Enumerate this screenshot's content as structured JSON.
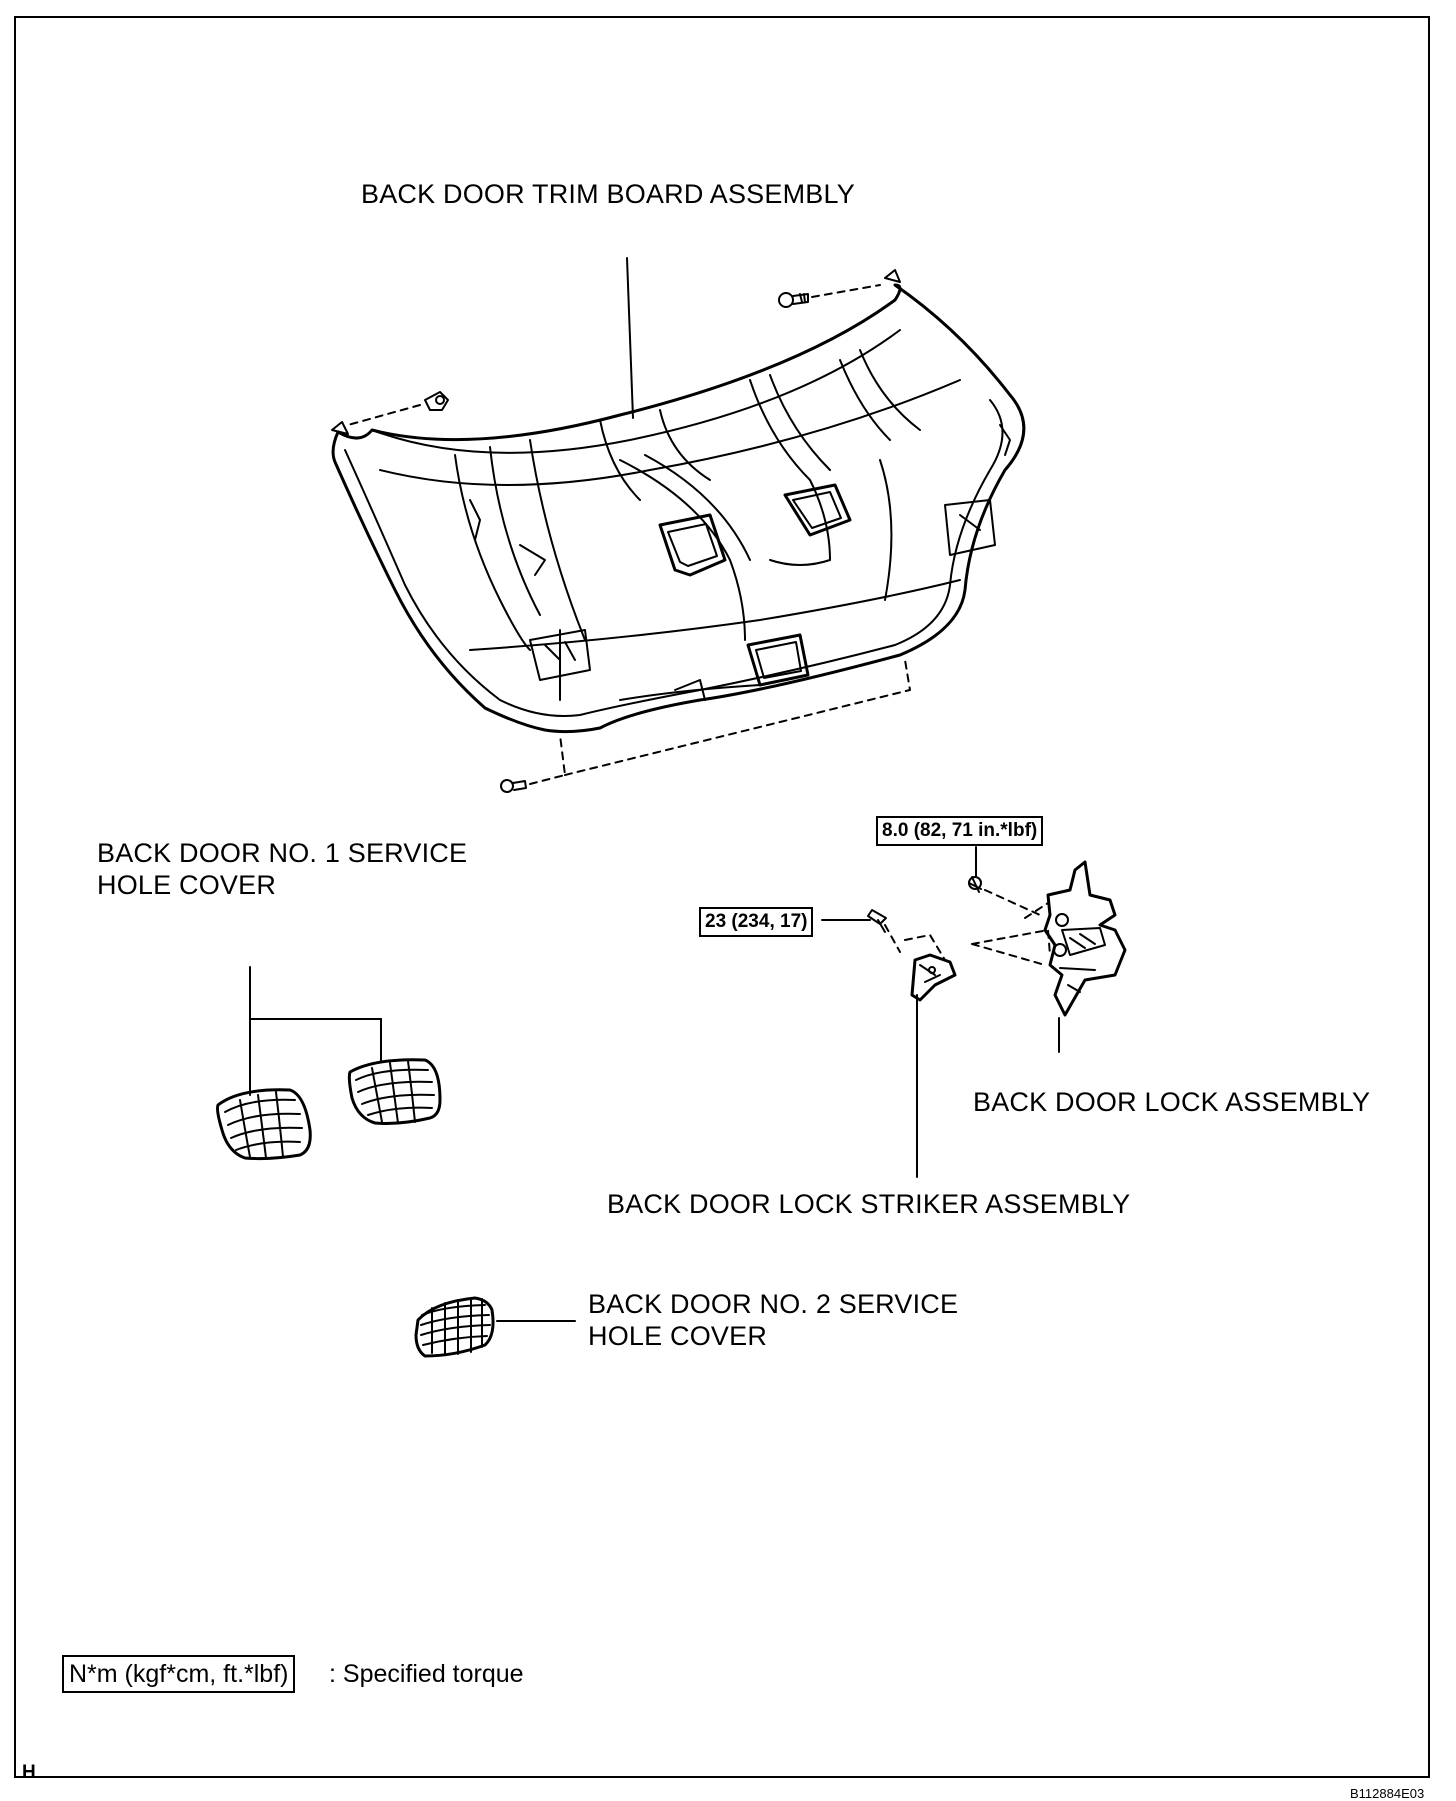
{
  "labels": {
    "trim_board": "BACK DOOR TRIM BOARD ASSEMBLY",
    "service_hole_1_line1": "BACK DOOR NO. 1 SERVICE",
    "service_hole_1_line2": "HOLE COVER",
    "lock_assembly": "BACK DOOR LOCK ASSEMBLY",
    "lock_striker": "BACK DOOR LOCK STRIKER ASSEMBLY",
    "service_hole_2_line1": "BACK DOOR NO. 2 SERVICE",
    "service_hole_2_line2": "HOLE COVER"
  },
  "torque": {
    "lock_bolt": "8.0 (82, 71 in.*lbf)",
    "striker_bolt": "23 (234, 17)"
  },
  "legend": {
    "unit_box": "N*m (kgf*cm, ft.*lbf)",
    "description": ": Specified torque"
  },
  "footer": {
    "section_letter": "H",
    "figure_code": "B112884E03"
  }
}
